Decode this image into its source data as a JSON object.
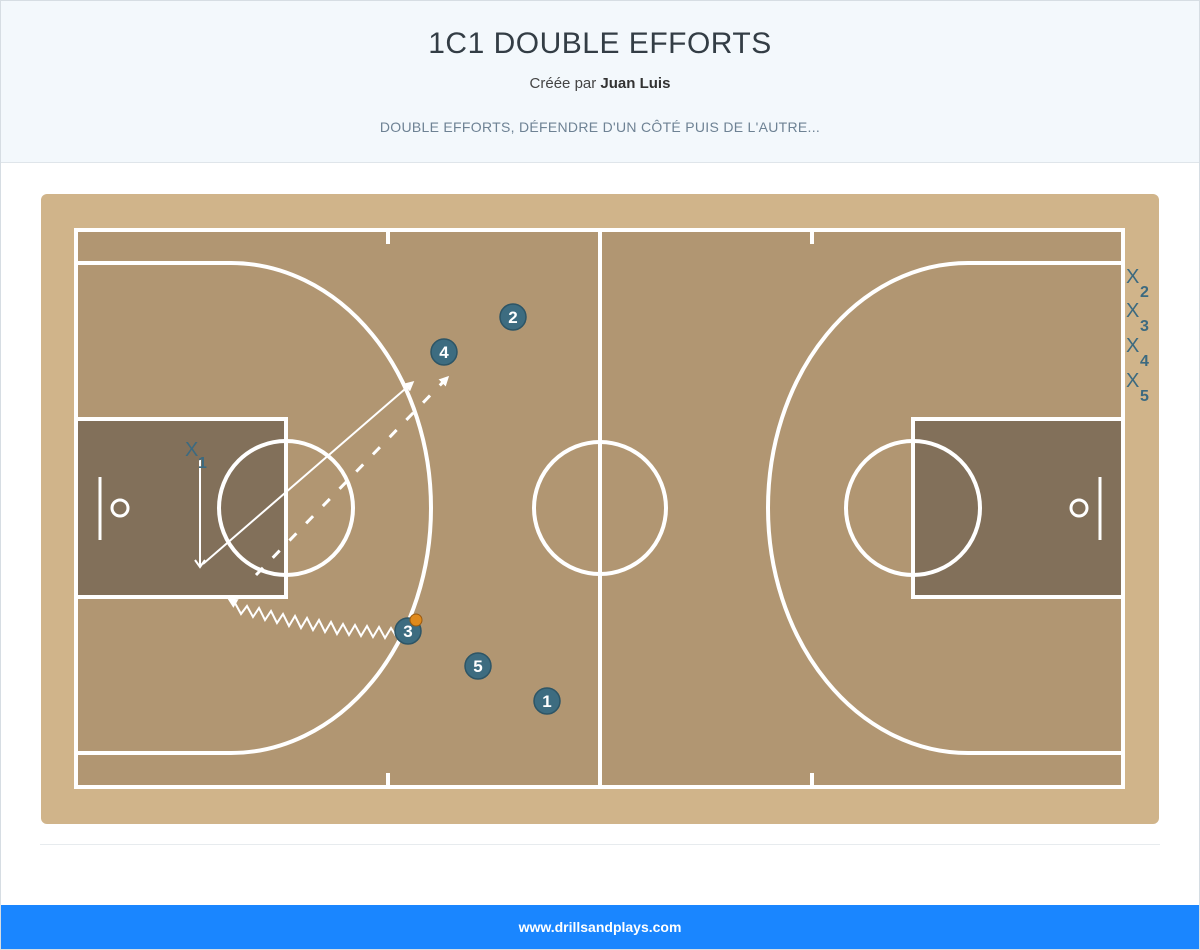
{
  "header": {
    "title": "1C1 DOUBLE EFFORTS",
    "created_by_prefix": "Créée par",
    "author": "Juan Luis",
    "description": "DOUBLE EFFORTS, DÉFENDRE D'UN CÔTÉ PUIS DE L'AUTRE..."
  },
  "diagram": {
    "colors": {
      "border_wood": "#d0b48a",
      "floor": "#b19672",
      "paint": "#82705a",
      "lines": "#ffffff",
      "player": "#3d6c80",
      "defender": "#3c6a80",
      "ball": "#e08a1c"
    },
    "offense": [
      {
        "label": "2"
      },
      {
        "label": "4"
      },
      {
        "label": "3"
      },
      {
        "label": "5"
      },
      {
        "label": "1"
      }
    ],
    "defense": [
      {
        "label": "X",
        "sub": "1"
      },
      {
        "label": "X",
        "sub": "2"
      },
      {
        "label": "X",
        "sub": "3"
      },
      {
        "label": "X",
        "sub": "4"
      },
      {
        "label": "X",
        "sub": "5"
      }
    ]
  },
  "footer": {
    "site": "www.drillsandplays.com"
  }
}
